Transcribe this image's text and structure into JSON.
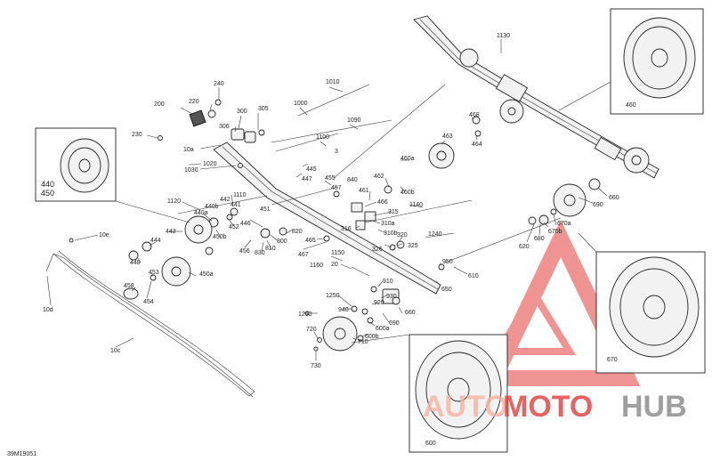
{
  "figure_id": "39M19051",
  "watermark": {
    "text_auto": "AUTO",
    "text_moto": "MOTO",
    "text_hub": "HUB"
  },
  "inset_labels": {
    "top_right": "460",
    "left_top": "440",
    "left_bottom": "450",
    "right_mid": "670",
    "bottom_mid": "600"
  },
  "callouts": [
    {
      "id": "c1130",
      "text": "1130"
    },
    {
      "id": "c240",
      "text": "240"
    },
    {
      "id": "c220",
      "text": "220"
    },
    {
      "id": "c200",
      "text": "200"
    },
    {
      "id": "c230",
      "text": "230"
    },
    {
      "id": "c1010",
      "text": "1010"
    },
    {
      "id": "c1000",
      "text": "1000"
    },
    {
      "id": "c300",
      "text": "300"
    },
    {
      "id": "c305",
      "text": "305"
    },
    {
      "id": "c306",
      "text": "306"
    },
    {
      "id": "c10a",
      "text": "10a"
    },
    {
      "id": "c1090",
      "text": "1090"
    },
    {
      "id": "c1100",
      "text": "1100"
    },
    {
      "id": "c3",
      "text": "3"
    },
    {
      "id": "c468",
      "text": "468"
    },
    {
      "id": "c463",
      "text": "463"
    },
    {
      "id": "c464",
      "text": "464"
    },
    {
      "id": "c1020",
      "text": "1020"
    },
    {
      "id": "c1030",
      "text": "1030"
    },
    {
      "id": "c445",
      "text": "445"
    },
    {
      "id": "c447",
      "text": "447"
    },
    {
      "id": "c460a",
      "text": "460a"
    },
    {
      "id": "c455",
      "text": "455"
    },
    {
      "id": "c457",
      "text": "457"
    },
    {
      "id": "c840",
      "text": "840"
    },
    {
      "id": "c462",
      "text": "462"
    },
    {
      "id": "c461",
      "text": "461"
    },
    {
      "id": "c460b",
      "text": "460b"
    },
    {
      "id": "c1110",
      "text": "1110"
    },
    {
      "id": "c1120",
      "text": "1120"
    },
    {
      "id": "c442",
      "text": "442"
    },
    {
      "id": "c441",
      "text": "441"
    },
    {
      "id": "c440b",
      "text": "440b"
    },
    {
      "id": "c440a",
      "text": "440a"
    },
    {
      "id": "c446",
      "text": "446"
    },
    {
      "id": "c451",
      "text": "451"
    },
    {
      "id": "c452",
      "text": "452"
    },
    {
      "id": "c466",
      "text": "466"
    },
    {
      "id": "c315",
      "text": "315"
    },
    {
      "id": "c1140",
      "text": "1140"
    },
    {
      "id": "c310a",
      "text": "310a"
    },
    {
      "id": "c316",
      "text": "316"
    },
    {
      "id": "c310b",
      "text": "310b"
    },
    {
      "id": "c320",
      "text": "320"
    },
    {
      "id": "c1240",
      "text": "1240"
    },
    {
      "id": "c443",
      "text": "443"
    },
    {
      "id": "c444",
      "text": "444"
    },
    {
      "id": "c450b",
      "text": "450b"
    },
    {
      "id": "c456",
      "text": "456"
    },
    {
      "id": "c820",
      "text": "820"
    },
    {
      "id": "c800",
      "text": "800"
    },
    {
      "id": "c810",
      "text": "810"
    },
    {
      "id": "c830",
      "text": "830"
    },
    {
      "id": "c465",
      "text": "465"
    },
    {
      "id": "c326",
      "text": "326"
    },
    {
      "id": "c325",
      "text": "325"
    },
    {
      "id": "c467",
      "text": "467"
    },
    {
      "id": "c1150",
      "text": "1150"
    },
    {
      "id": "c20",
      "text": "20"
    },
    {
      "id": "c1160",
      "text": "1160"
    },
    {
      "id": "c950",
      "text": "950"
    },
    {
      "id": "c610",
      "text": "610"
    },
    {
      "id": "c650",
      "text": "650"
    },
    {
      "id": "c448",
      "text": "448"
    },
    {
      "id": "c453",
      "text": "453"
    },
    {
      "id": "c450a",
      "text": "450a"
    },
    {
      "id": "c454",
      "text": "454"
    },
    {
      "id": "c458",
      "text": "458"
    },
    {
      "id": "c910",
      "text": "910"
    },
    {
      "id": "c1250",
      "text": "1250"
    },
    {
      "id": "c930",
      "text": "930"
    },
    {
      "id": "c920",
      "text": "920"
    },
    {
      "id": "c660b",
      "text": "660"
    },
    {
      "id": "c940",
      "text": "940"
    },
    {
      "id": "c690b",
      "text": "690"
    },
    {
      "id": "c1260",
      "text": "1260"
    },
    {
      "id": "c600a",
      "text": "600a"
    },
    {
      "id": "c720",
      "text": "720"
    },
    {
      "id": "c600b",
      "text": "600b"
    },
    {
      "id": "c710",
      "text": "710"
    },
    {
      "id": "c730",
      "text": "730"
    },
    {
      "id": "c10e",
      "text": "10e"
    },
    {
      "id": "c10d",
      "text": "10d"
    },
    {
      "id": "c10c",
      "text": "10c"
    },
    {
      "id": "c670a",
      "text": "670a"
    },
    {
      "id": "c680",
      "text": "680"
    },
    {
      "id": "c670b",
      "text": "670b"
    },
    {
      "id": "c620",
      "text": "620"
    },
    {
      "id": "c660",
      "text": "660"
    },
    {
      "id": "c690",
      "text": "690"
    }
  ]
}
